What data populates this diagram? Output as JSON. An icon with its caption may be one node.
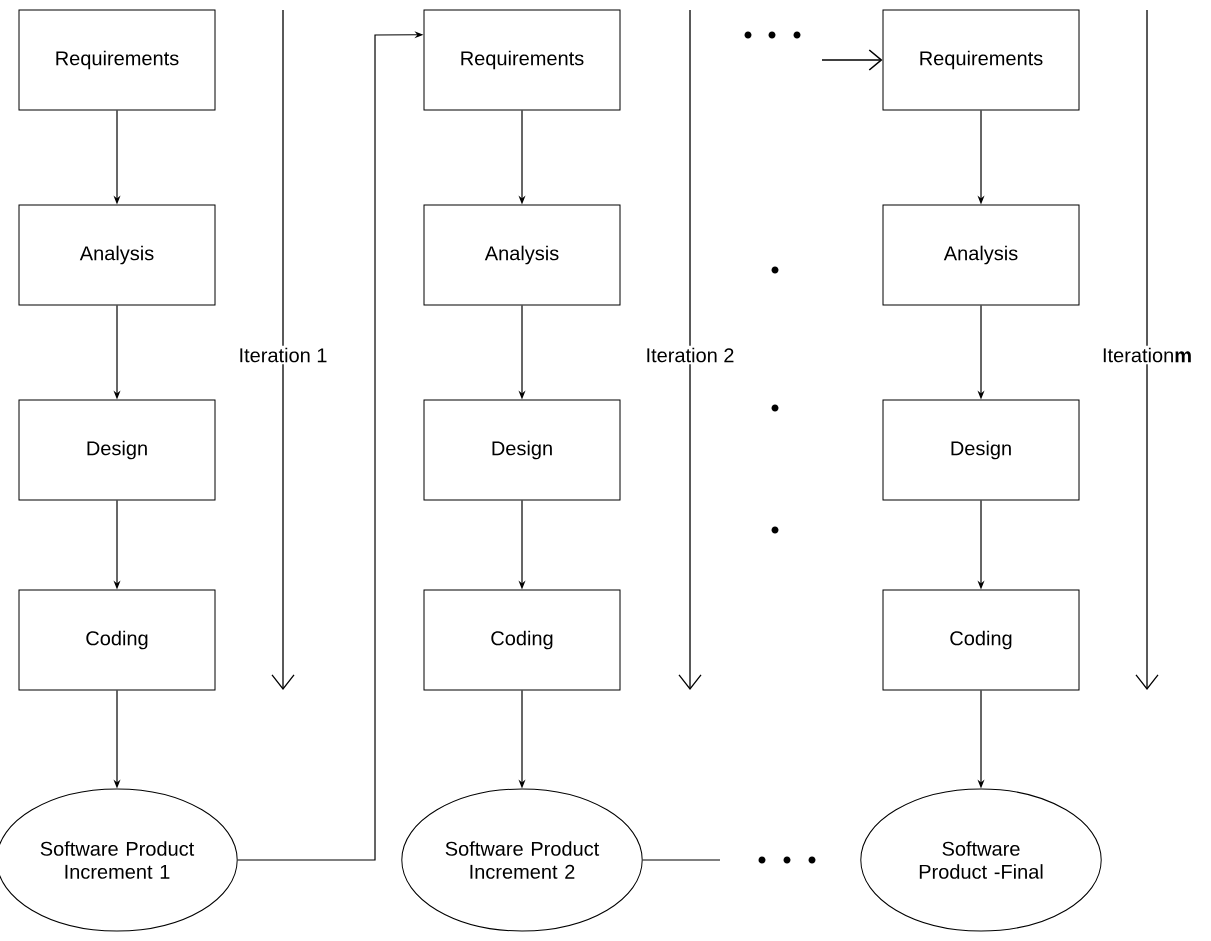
{
  "diagram": {
    "nodes": [
      {
        "text": [
          "Requirements"
        ]
      },
      {
        "text": [
          "Analysis"
        ]
      },
      {
        "text": [
          "Design"
        ]
      },
      {
        "text": [
          "Coding"
        ]
      },
      {
        "text": [
          "Software Product Increment 1"
        ]
      },
      {
        "text": [
          "Requirements"
        ]
      },
      {
        "text": [
          "Analysis"
        ]
      },
      {
        "text": [
          "Design"
        ]
      },
      {
        "text": [
          "Coding"
        ]
      },
      {
        "text": [
          "Software Product Increment 2"
        ]
      },
      {
        "text": [
          "Requirements"
        ]
      },
      {
        "text": [
          "Analysis"
        ]
      },
      {
        "text": [
          "Design"
        ]
      },
      {
        "text": [
          "Coding"
        ]
      },
      {
        "text": [
          "Software Product -Final"
        ]
      }
    ],
    "edges": [
      {
        "from": 0,
        "to": 1,
        "arrow": "to"
      },
      {
        "from": 1,
        "to": 2,
        "arrow": "to"
      },
      {
        "from": 2,
        "to": 3,
        "arrow": "to"
      },
      {
        "from": 3,
        "to": 4,
        "arrow": "to"
      },
      {
        "from": 4,
        "to": 5,
        "arrow": "to"
      },
      {
        "from": 5,
        "to": 6,
        "arrow": "to"
      },
      {
        "from": 6,
        "to": 7,
        "arrow": "to"
      },
      {
        "from": 7,
        "to": 8,
        "arrow": "to"
      },
      {
        "from": 8,
        "to": 9,
        "arrow": "to"
      },
      {
        "from": 9,
        "to": null,
        "arrow": "none"
      },
      {
        "from": null,
        "to": 10,
        "arrow": "to"
      },
      {
        "from": 10,
        "to": 11,
        "arrow": "to"
      },
      {
        "from": 11,
        "to": 12,
        "arrow": "to"
      },
      {
        "from": 12,
        "to": 13,
        "arrow": "to"
      },
      {
        "from": 13,
        "to": 14,
        "arrow": "to"
      }
    ],
    "labels": [
      "Iteration 1",
      "Iteration 2",
      "Iteration**m**"
    ]
  }
}
